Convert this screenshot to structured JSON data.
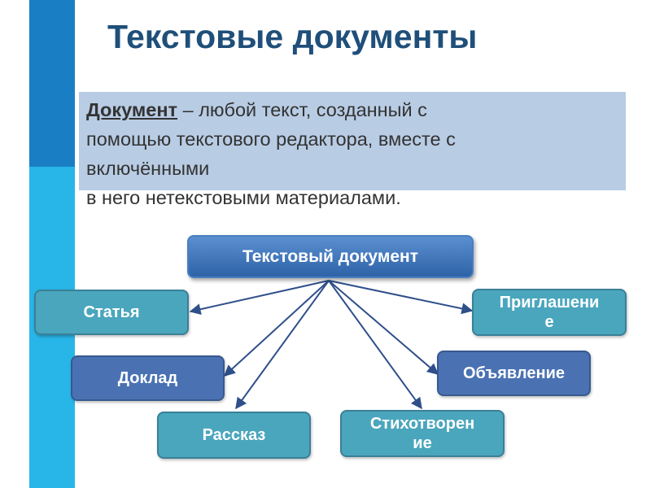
{
  "slide": {
    "title": "Текстовые документы",
    "definition": {
      "term": "Документ",
      "line1_rest": " – любой текст, созданный с",
      "line2": "помощью текстового редактора, вместе с",
      "line3": "включёнными",
      "line4": "в него нетекстовыми материалами."
    }
  },
  "diagram": {
    "root": "Текстовый документ",
    "nodes": {
      "article": "Статья",
      "report": "Доклад",
      "story": "Рассказ",
      "poem_l1": "Стихотворен",
      "poem_l2": "ие",
      "announcement": "Объявление",
      "invitation_l1": "Приглашени",
      "invitation_l2": "е"
    }
  },
  "colors": {
    "sidebar_dark": "#1a7ec4",
    "sidebar_light": "#28b5e8",
    "title": "#1f4f7a",
    "panel": "#b8cce4",
    "node_teal": "#4aa6bd",
    "node_blue": "#4a72b3",
    "arrow": "#2f4f8a"
  }
}
